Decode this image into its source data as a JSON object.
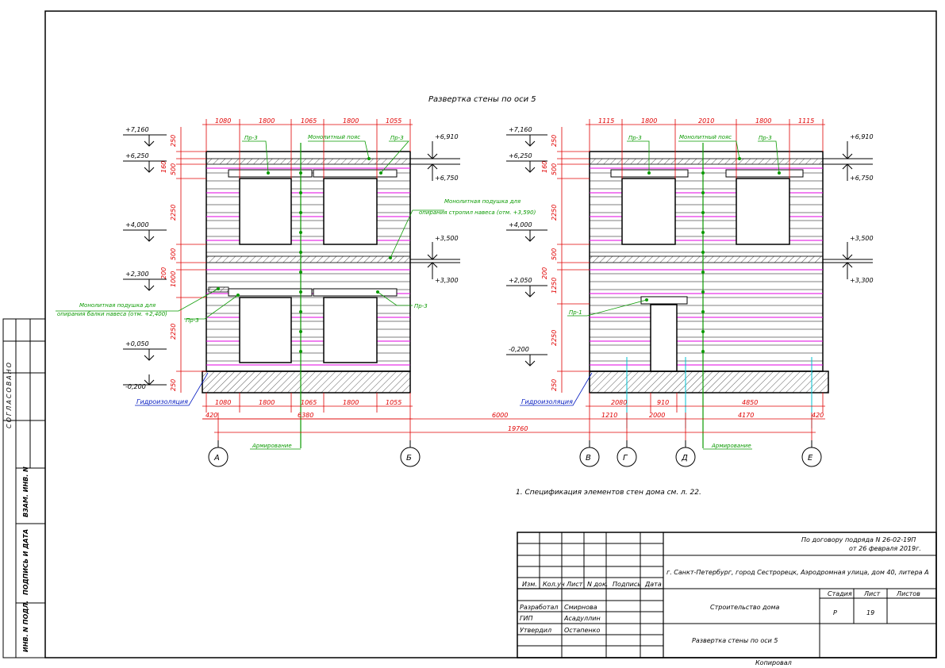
{
  "title": "Развертка стены по оси 5",
  "left_top_dims": [
    "1080",
    "1800",
    "1065",
    "1800",
    "1055"
  ],
  "left_bot_dims": [
    "1080",
    "1800",
    "1065",
    "1800",
    "1055"
  ],
  "left_total": "6380",
  "left_vert_dims": [
    "250",
    "160",
    "500",
    "2250",
    "500",
    "200",
    "1000",
    "2250",
    "250"
  ],
  "right_top_dims": [
    "1115",
    "1800",
    "2010",
    "1800",
    "1115"
  ],
  "right_bot_dims": [
    "2080",
    "910",
    "4850"
  ],
  "right_vert_dims": [
    "250",
    "160",
    "500",
    "2250",
    "500",
    "200",
    "1250",
    "2250",
    "250"
  ],
  "mid_dims": [
    "420",
    "6000",
    "1210",
    "2000",
    "4170",
    "420"
  ],
  "overall": "19760",
  "levels_left": [
    "+7,160",
    "+6,250",
    "+4,000",
    "+2,300",
    "+0,050",
    "-0,200"
  ],
  "levels_left_r": [
    "+6,910",
    "+6,750",
    "+3,500",
    "+3,300"
  ],
  "levels_right": [
    "+7,160",
    "+6,250",
    "+4,000",
    "+2,050",
    "-0,200"
  ],
  "levels_right_r": [
    "+6,910",
    "+6,750",
    "+3,500",
    "+3,300"
  ],
  "notes": {
    "pr3": "Пр-3",
    "pr1": "Пр-1",
    "mono_belt": "Монолитный пояс",
    "mono_pad1_a": "Монолитная подушка для",
    "mono_pad1_b": "опирания стропил навеса (отм. +3,590)",
    "mono_pad2_a": "Монолитная подушка для",
    "mono_pad2_b": "опирания балки навеса (отм. +2,400)",
    "waterproof": "Гидроизоляция",
    "rebar": "Армирование"
  },
  "axes": [
    "А",
    "Б",
    "В",
    "Г",
    "Д",
    "Е"
  ],
  "spec_note": "1.      Спецификация элементов стен дома см. л. 22.",
  "side_labels": {
    "agreed": "СОГЛАСОВАНО",
    "inv_replace": "ВЗАМ. ИНВ. N",
    "sign_date": "ПОДПИСЬ И ДАТА",
    "inv_orig": "ИНВ. N ПОДЛ."
  },
  "title_block": {
    "contract_a": "По договору подряда N 26-02-19П",
    "contract_b": "от 26 февраля 2019г.",
    "address": "г. Санкт-Петербург, город Сестрорецк, Аэродромная улица, дом 40, литера А",
    "hdr": [
      "Изм.",
      "Кол.уч",
      "Лист",
      "N док.",
      "Подпись",
      "Дата"
    ],
    "roles": [
      "Разработал",
      "ГИП",
      "Утвердил"
    ],
    "names": [
      "Смирнова",
      "Асадуллин",
      "Остапенко"
    ],
    "project": "Строительство дома",
    "stage_h": "Стадия",
    "sheet_h": "Лист",
    "sheets_h": "Листов",
    "stage": "Р",
    "sheet": "19",
    "sheet_title": "Развертка стены по оси 5",
    "format": "Копировал"
  }
}
